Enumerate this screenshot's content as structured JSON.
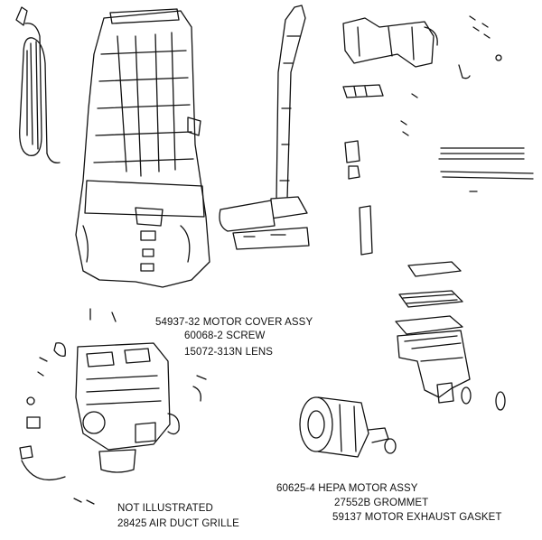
{
  "labels": {
    "motor_cover_group": {
      "line1": "54937-32 MOTOR COVER ASSY",
      "line2": "60068-2 SCREW",
      "line3": "15072-313N LENS"
    },
    "hepa_motor_group": {
      "line1": "60625-4 HEPA MOTOR ASSY",
      "line2": "27552B GROMMET",
      "line3": "59137 MOTOR EXHAUST GASKET"
    },
    "not_illustrated_group": {
      "line1": "NOT ILLUSTRATED",
      "line2": "28425 AIR DUCT GRILLE"
    }
  }
}
